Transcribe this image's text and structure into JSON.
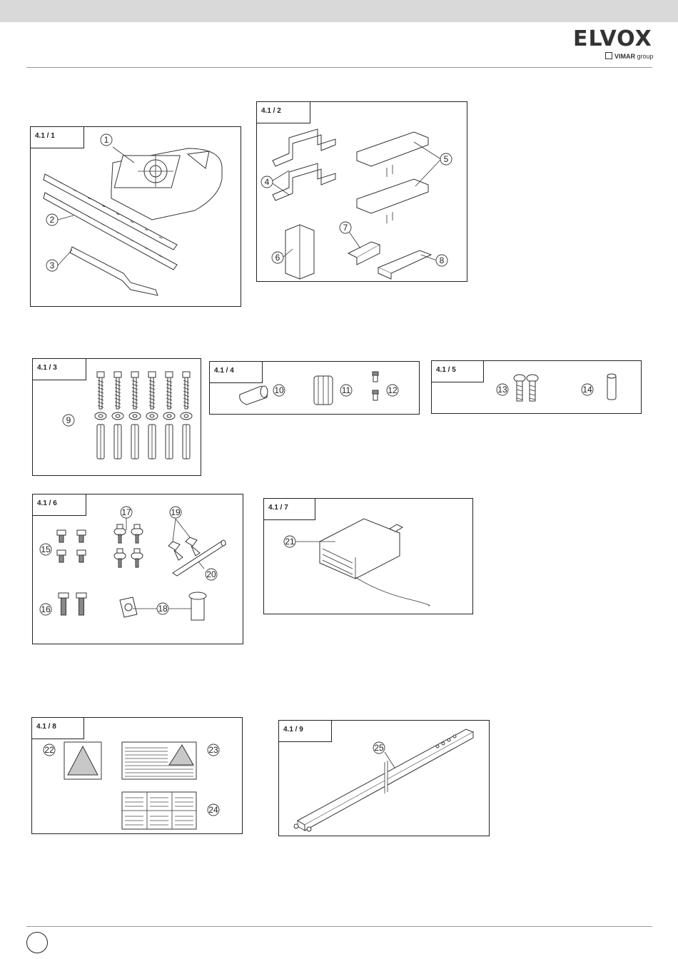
{
  "brand": {
    "name": "ELVOX",
    "sub_brand": "VIMAR",
    "sub_suffix": "group"
  },
  "figures": [
    {
      "id": "4.1 / 1",
      "callouts": [
        "1",
        "2",
        "3"
      ]
    },
    {
      "id": "4.1 / 2",
      "callouts": [
        "4",
        "5",
        "6",
        "7",
        "8"
      ]
    },
    {
      "id": "4.1 / 3",
      "callouts": [
        "9"
      ]
    },
    {
      "id": "4.1 / 4",
      "callouts": [
        "10",
        "11",
        "12"
      ]
    },
    {
      "id": "4.1 / 5",
      "callouts": [
        "13",
        "14"
      ]
    },
    {
      "id": "4.1 / 6",
      "callouts": [
        "15",
        "16",
        "17",
        "18",
        "19",
        "20"
      ]
    },
    {
      "id": "4.1 / 7",
      "callouts": [
        "21"
      ]
    },
    {
      "id": "4.1 / 8",
      "callouts": [
        "22",
        "23",
        "24"
      ]
    },
    {
      "id": "4.1 / 9",
      "callouts": [
        "25"
      ]
    }
  ],
  "colors": {
    "topbar": "#d9d9d9",
    "rule": "#999999",
    "ink": "#222222"
  }
}
